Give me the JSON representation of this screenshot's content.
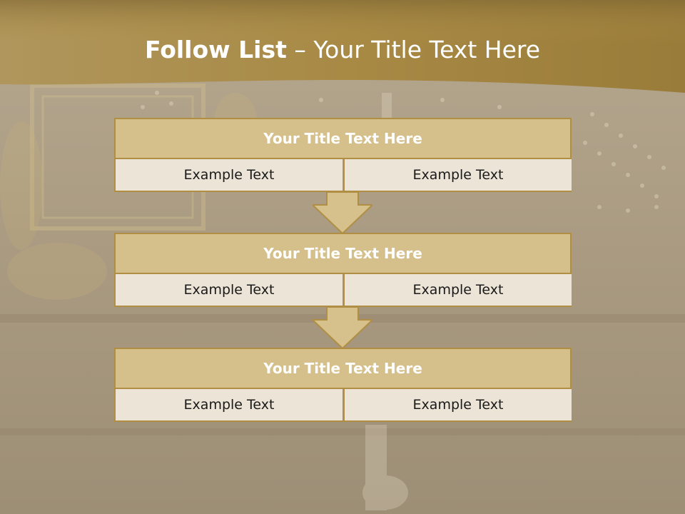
{
  "title": {
    "bold": "Follow List",
    "rest": " – Your Title Text Here"
  },
  "steps": [
    {
      "title": "Your Title Text Here",
      "left": "Example Text",
      "right": "Example Text"
    },
    {
      "title": "Your Title Text Here",
      "left": "Example Text",
      "right": "Example Text"
    },
    {
      "title": "Your Title Text Here",
      "left": "Example Text",
      "right": "Example Text"
    }
  ],
  "colors": {
    "header_band": "#9c7c3a",
    "box_head": "#d5bf8a",
    "box_cell": "#ece4d6",
    "border": "#b08f45",
    "arrow_fill": "#d6c08c"
  }
}
